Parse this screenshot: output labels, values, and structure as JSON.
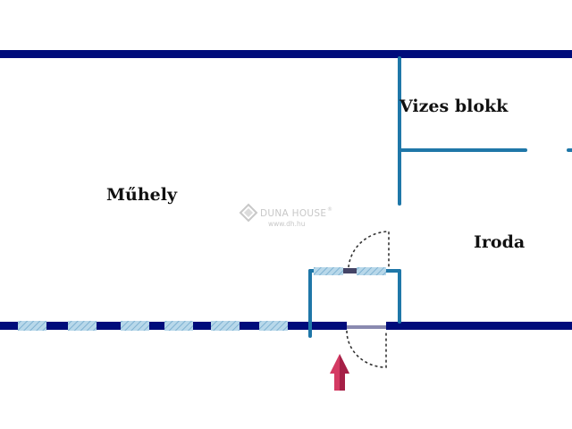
{
  "rooms": {
    "muhely": "Műhely",
    "vizes_blokk": "Vizes blokk",
    "iroda": "Iroda"
  },
  "watermark": {
    "brand": "DUNA HOUSE",
    "registered": "®",
    "url": "www.dh.hu"
  },
  "colors": {
    "outer_wall": "#000c7b",
    "inner_wall": "#1f77a8",
    "window_fill": "#b8d8ea",
    "window_stripe": "#7fb2d2",
    "door_line": "#333333",
    "entrance_arrow": "#d43a63",
    "entrance_arrow_dark": "#a51f46",
    "watermark": "#c8c8c8"
  },
  "icons": {
    "entrance": "entrance-arrow-icon",
    "watermark_logo": "duna-house-logo-icon"
  }
}
